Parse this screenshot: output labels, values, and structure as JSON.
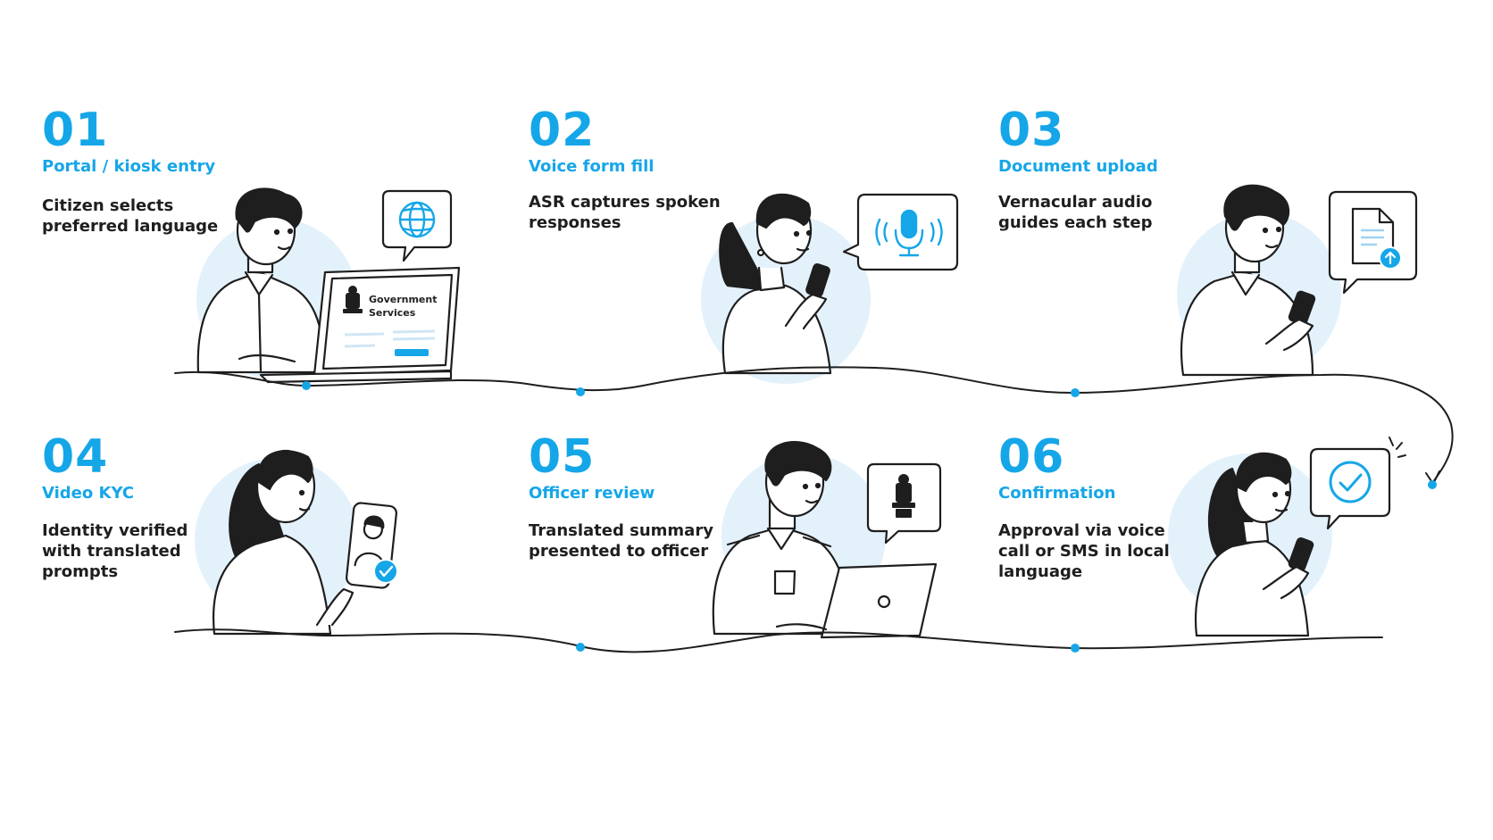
{
  "steps": [
    {
      "num": "01",
      "title": "Portal / kiosk entry",
      "desc_lines": [
        "Citizen selects",
        "preferred language"
      ]
    },
    {
      "num": "02",
      "title": "Voice form fill",
      "desc_lines": [
        "ASR captures spoken",
        "responses"
      ]
    },
    {
      "num": "03",
      "title": "Document upload",
      "desc_lines": [
        "Vernacular audio",
        "guides each step"
      ]
    },
    {
      "num": "04",
      "title": "Video KYC",
      "desc_lines": [
        "Identity verified",
        "with translated",
        "prompts"
      ]
    },
    {
      "num": "05",
      "title": "Officer review",
      "desc_lines": [
        "Translated summary",
        "presented to officer"
      ]
    },
    {
      "num": "06",
      "title": "Confirmation",
      "desc_lines": [
        "Approval via voice",
        "call or SMS in local",
        "language"
      ]
    }
  ],
  "laptop_screen": {
    "line1": "Government",
    "line2": "Services"
  },
  "colors": {
    "accent": "#15a6e8",
    "ink": "#1e1e1e",
    "halo": "#e3f1fb"
  },
  "icons": [
    "globe-icon",
    "microphone-icon",
    "document-upload-icon",
    "checkmark-icon",
    "emblem-icon"
  ]
}
